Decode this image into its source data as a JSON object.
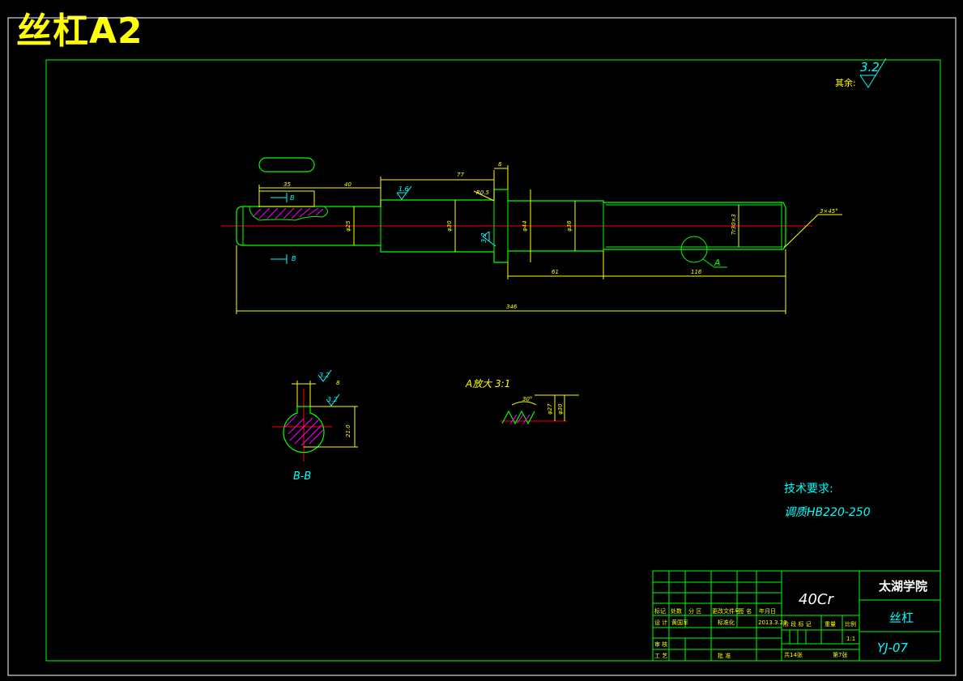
{
  "sheet_title": "丝杠A2",
  "colors": {
    "background": "#000000",
    "outline": "#00ff00",
    "dimension": "#ffff00",
    "centerline": "#ff0000",
    "hatch": "#ff00ff",
    "text_cyan": "#00ffff",
    "white": "#ffffff"
  },
  "roughness_default": {
    "label": "其余:",
    "value": "3.2"
  },
  "main_view": {
    "dims": {
      "key_len": "35",
      "d40": "40",
      "d77": "77",
      "d8": "8",
      "d61": "61",
      "d116": "116",
      "d346": "346",
      "dia25": "φ25",
      "dia30": "φ30",
      "dia44": "φ44",
      "dia36": "φ36",
      "thread": "Tr30×3",
      "r05": "R0.5",
      "chamfer": "3×45°",
      "rough16": "1.6",
      "rough32": "3.2"
    },
    "section_mark_top": "B",
    "section_mark_bottom": "B",
    "detail_mark": "A"
  },
  "section_bb": {
    "label": "B-B",
    "rough1": "3.2",
    "rough2": "3.2",
    "tol_top": "8",
    "tol_side": "21.0"
  },
  "detail_a": {
    "label": "A放大 3:1",
    "angle": "30°",
    "d1": "φ27",
    "d2": "φ30"
  },
  "tech_req": {
    "heading": "技术要求:",
    "line1": "调质HB220-250"
  },
  "title_block": {
    "material": "40Cr",
    "school": "太湖学院",
    "part_name": "丝杠",
    "drawing_no": "YJ-07",
    "hdr": [
      "标记",
      "处数",
      "分 区",
      "更改文件号",
      "签 名",
      "年月日"
    ],
    "row_design": [
      "设 计",
      "黄国军",
      "",
      "标准化",
      "",
      "2013.3.23"
    ],
    "stage_labels": [
      "阶 段 标 记",
      "重量",
      "比例"
    ],
    "scale": "1:1",
    "review": "审 核",
    "process": "工 艺",
    "approve": "批 准",
    "sheets_total": "共14张",
    "sheet_no": "第7张"
  }
}
